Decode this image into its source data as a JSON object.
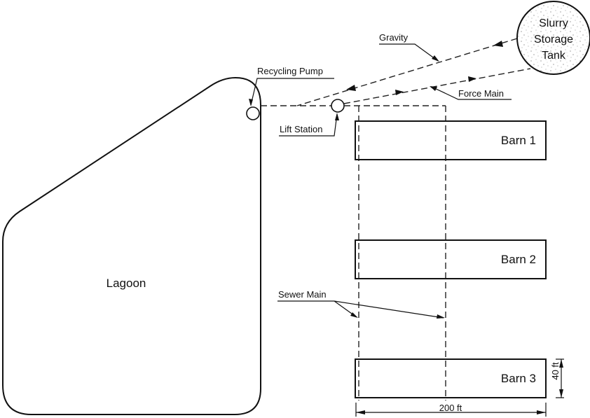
{
  "title": "Manure handling system layout",
  "lagoon": {
    "label": "Lagoon"
  },
  "tank": {
    "label_lines": [
      "Slurry",
      "Storage",
      "Tank"
    ]
  },
  "barns": [
    {
      "label": "Barn 1"
    },
    {
      "label": "Barn 2"
    },
    {
      "label": "Barn 3"
    }
  ],
  "callouts": {
    "recycling_pump": "Recycling Pump",
    "lift_station": "Lift Station",
    "gravity": "Gravity",
    "force_main": "Force Main",
    "sewer_main": "Sewer Main"
  },
  "dimensions": {
    "barn_length": "200 ft",
    "barn_width": "40 ft"
  },
  "colors": {
    "line": "#111111",
    "tank_fill": "#ffffff",
    "stipple": "#555555"
  }
}
